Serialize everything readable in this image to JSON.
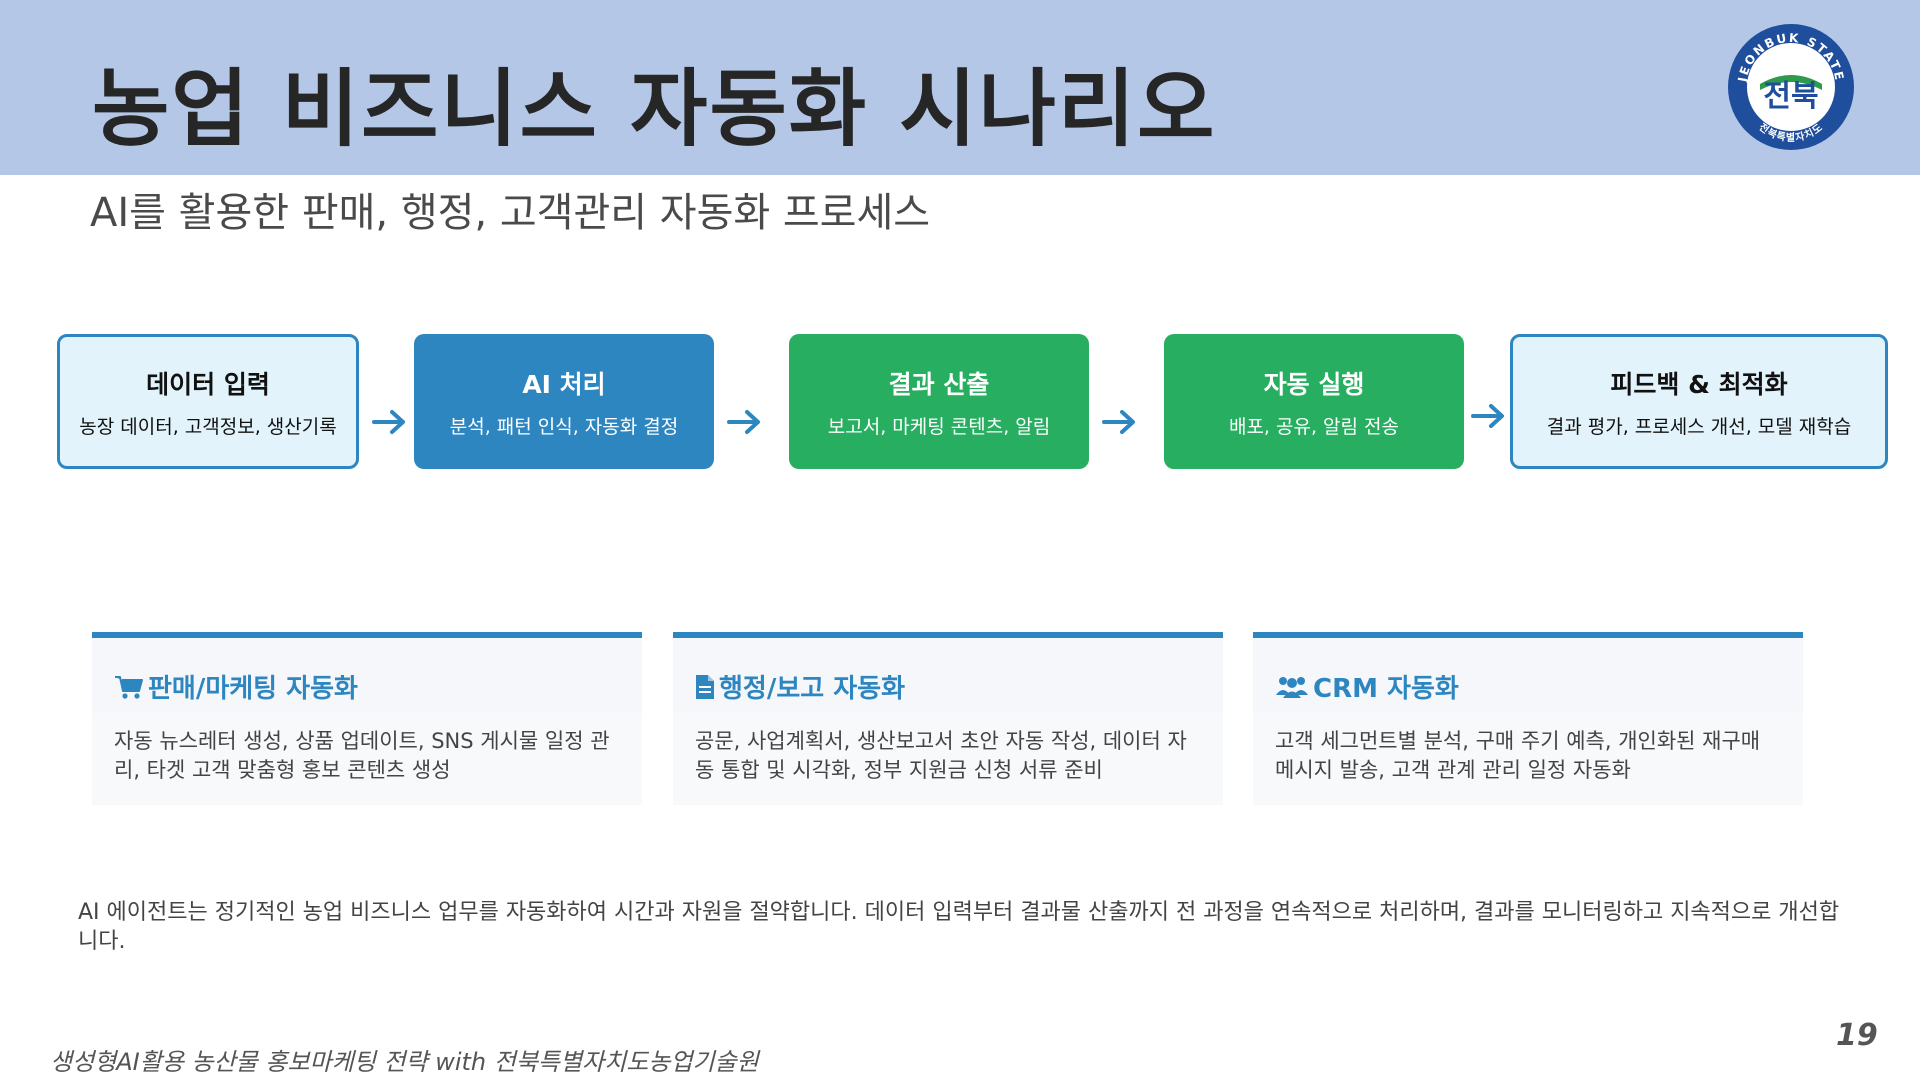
{
  "header": {
    "title": "농업 비즈니스 자동화 시나리오",
    "subtitle": "AI를 활용한 판매, 행정, 고객관리 자동화 프로세스"
  },
  "logo": {
    "ring_text": "JEONBUK STATE",
    "main_text": "전북",
    "sub_text": "전북특별자치도",
    "colors": {
      "ring": "#1f4e9c",
      "green": "#2e9a4b"
    }
  },
  "flow": [
    {
      "title": "데이터 입력",
      "desc": "농장 데이터, 고객정보, 생산기록"
    },
    {
      "title": "AI 처리",
      "desc": "분석, 패턴 인식, 자동화 결정"
    },
    {
      "title": "결과 산출",
      "desc": "보고서, 마케팅 콘텐츠, 알림"
    },
    {
      "title": "자동 실행",
      "desc": "배포, 공유, 알림 전송"
    },
    {
      "title": "피드백 & 최적화",
      "desc": "결과 평가, 프로세스 개선, 모델 재학습"
    }
  ],
  "cards": [
    {
      "icon": "cart-icon",
      "title": "판매/마케팅 자동화",
      "body": "자동 뉴스레터 생성, 상품 업데이트, SNS 게시물 일정 관리, 타겟 고객 맞춤형 홍보 콘텐츠 생성"
    },
    {
      "icon": "document-icon",
      "title": "행정/보고 자동화",
      "body": "공문, 사업계획서, 생산보고서 초안 자동 작성, 데이터 자동 통합 및 시각화, 정부 지원금 신청 서류 준비"
    },
    {
      "icon": "users-icon",
      "title": "CRM 자동화",
      "body": "고객 세그먼트별 분석, 구매 주기 예측, 개인화된 재구매 메시지 발송, 고객 관계 관리 일정 자동화"
    }
  ],
  "summary": "AI 에이전트는 정기적인 농업 비즈니스 업무를 자동화하여 시간과 자원을 절약합니다. 데이터 입력부터 결과물 산출까지 전 과정을 연속적으로 처리하며, 결과를 모니터링하고 지속적으로 개선합니다.",
  "footer": "생성형AI활용 농산물 홍보마케팅 전략 with 전북특별자치도농업기술원",
  "page_number": "19",
  "colors": {
    "header_bg": "#b4c7e7",
    "accent_blue": "#2e86c1",
    "accent_green": "#27ae60"
  }
}
